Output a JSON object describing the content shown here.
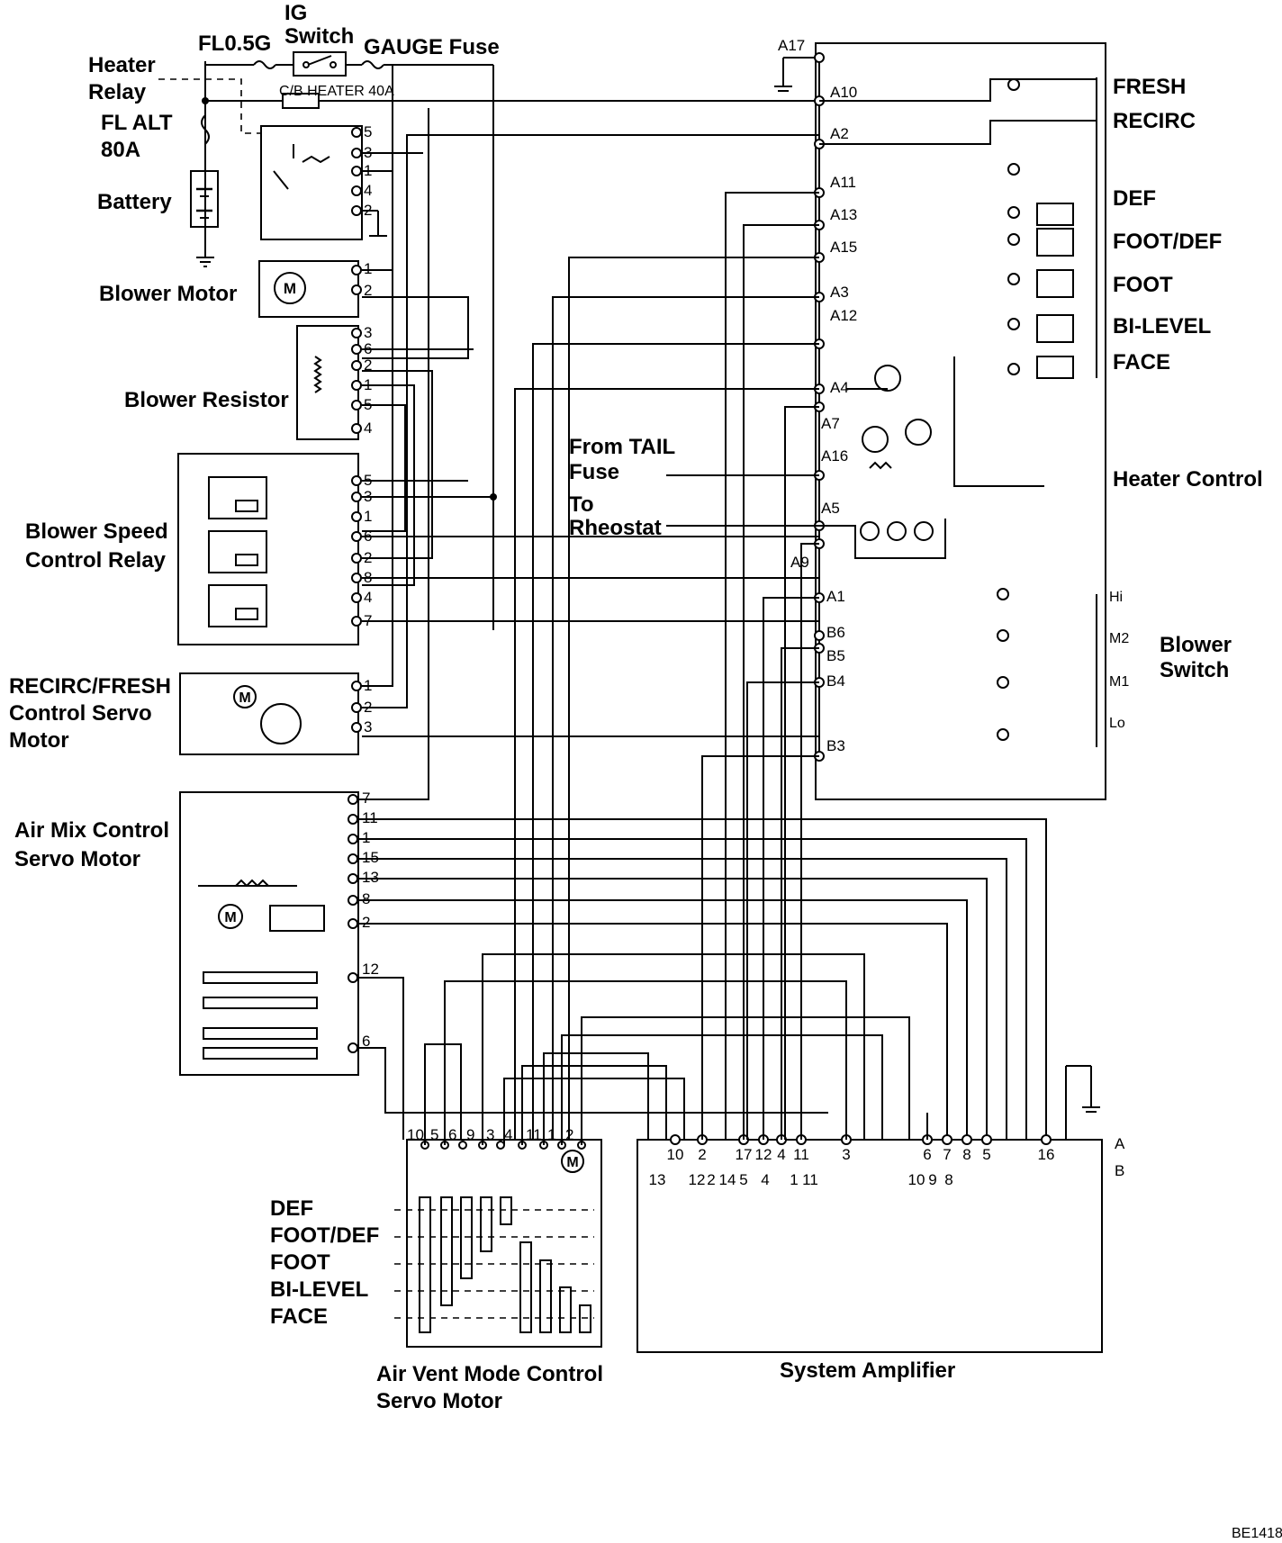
{
  "power": {
    "ig_switch": "IG Switch",
    "fl05g": "FL0.5G",
    "gauge_fuse": "GAUGE Fuse",
    "heater_relay": "Heater Relay",
    "cb_heater": "C/B HEATER 40A",
    "fl_alt": "FL ALT 80A",
    "battery": "Battery"
  },
  "components": {
    "blower_motor": "Blower Motor",
    "blower_resistor": "Blower Resistor",
    "blower_speed_relay": "Blower Speed Control Relay",
    "recirc_fresh_servo": "RECIRC/FRESH Control Servo Motor",
    "air_mix_servo": "Air Mix Control Servo Motor",
    "air_vent_servo": "Air Vent Mode Control Servo Motor",
    "system_amplifier": "System Amplifier",
    "heater_control": "Heater Control",
    "blower_switch": "Blower Switch",
    "from_tail": "From TAIL Fuse",
    "to_rheostat": "To Rheostat",
    "motor_symbol": "M"
  },
  "heater_control_modes": [
    "FRESH",
    "RECIRC",
    "DEF",
    "FOOT/DEF",
    "FOOT",
    "BI-LEVEL",
    "FACE"
  ],
  "blower_switch_positions": [
    "Hi",
    "M2",
    "M1",
    "Lo"
  ],
  "vent_modes": [
    "DEF",
    "FOOT/DEF",
    "FOOT",
    "BI-LEVEL",
    "FACE"
  ],
  "heater_relay_pins": [
    "5",
    "3",
    "1",
    "4",
    "2"
  ],
  "blower_motor_pins": [
    "1",
    "2"
  ],
  "blower_resistor_pins": [
    "3",
    "6",
    "2",
    "1",
    "5",
    "4"
  ],
  "speed_relay_pins": [
    "5",
    "3",
    "1",
    "6",
    "2",
    "8",
    "4",
    "7"
  ],
  "recirc_servo_pins": [
    "1",
    "2",
    "3"
  ],
  "air_mix_pins": [
    "7",
    "11",
    "1",
    "15",
    "13",
    "8",
    "2",
    "12",
    "6"
  ],
  "air_vent_pins": [
    "10",
    "5",
    "6",
    "9",
    "3",
    "4",
    "11",
    "1",
    "2"
  ],
  "heater_control_pins": [
    "A17",
    "A10",
    "A2",
    "A11",
    "A13",
    "A15",
    "A3",
    "A12",
    "A4",
    "A7",
    "A16",
    "A5",
    "A9",
    "A1",
    "B6",
    "B5",
    "B4",
    "B3"
  ],
  "amp_row_a": [
    "10",
    "2",
    "17",
    "12",
    "4",
    "11",
    "3",
    "6",
    "7",
    "8",
    "5",
    "16"
  ],
  "amp_row_b": [
    "13",
    "12",
    "2",
    "14",
    "5",
    "4",
    "1",
    "11",
    "10",
    "9",
    "8"
  ],
  "amp_row_letters": [
    "A",
    "B"
  ],
  "figure_code": "BE1418"
}
